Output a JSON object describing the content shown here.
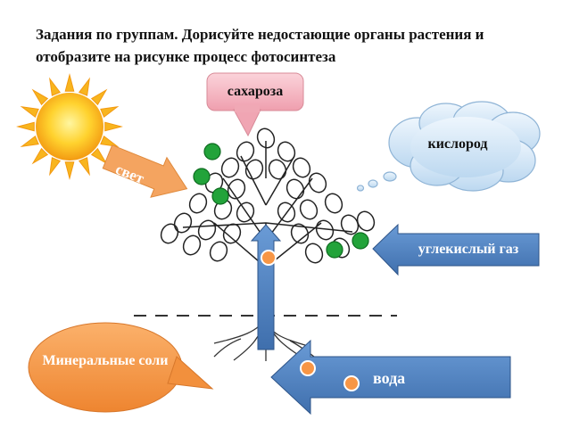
{
  "title": "Задания по группам. Дорисуйте недостающие органы растения и отобразите на рисунке процесс фотосинтеза",
  "labels": {
    "sucrose": "сахароза",
    "oxygen": "кислород",
    "carbon_dioxide": "углекислый газ",
    "light": "свет",
    "mineral_salts": "Минеральные соли",
    "water": "вода"
  },
  "colors": {
    "sun": "#f7a21b",
    "light_arrow": "#f4a460",
    "sucrose_callout": "#f6b6c1",
    "oxygen_cloud": "#cfe4f6",
    "arrow_blue": "#4f81bd",
    "leaf_dot_green": "#22a33a",
    "minerals_bubble": "#f79646",
    "water_dot": "#f79646"
  }
}
